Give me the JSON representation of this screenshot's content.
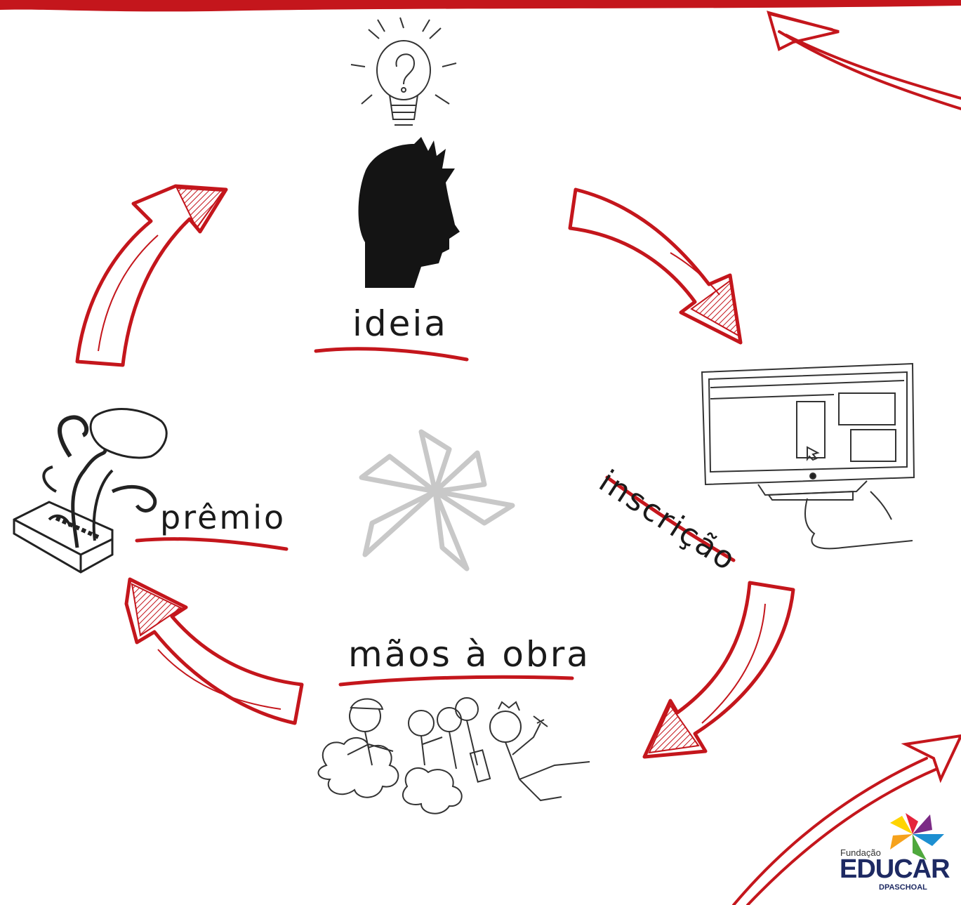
{
  "diagram": {
    "stages": [
      {
        "label": "ideia",
        "icon": "lightbulb-head-icon"
      },
      {
        "label": "inscrição",
        "icon": "computer-monitor-icon"
      },
      {
        "label": "mãos à obra",
        "icon": "people-running-icon"
      },
      {
        "label": "prêmio",
        "icon": "trophy-icon"
      }
    ],
    "center_icon": "pinwheel-icon",
    "accent_color": "#c4161c"
  },
  "logo": {
    "line1": "Fundação",
    "line2": "EDUCAR",
    "line3": "DPASCHOAL",
    "colors": [
      "#e5233b",
      "#f6a21c",
      "#4fa83d",
      "#1d8fd1",
      "#7b2a85",
      "#ffd400"
    ]
  }
}
